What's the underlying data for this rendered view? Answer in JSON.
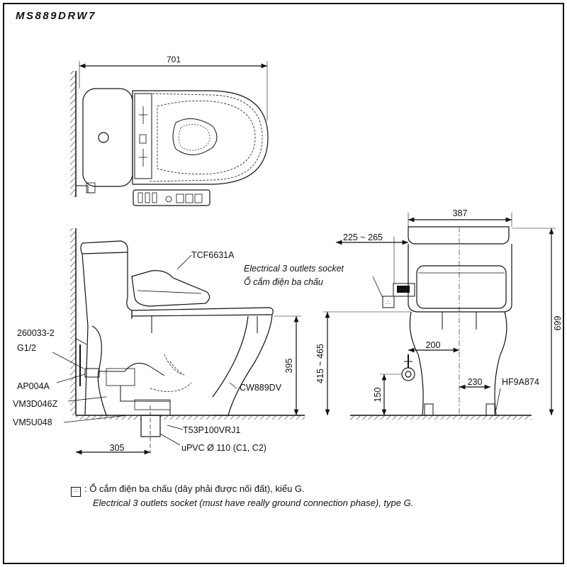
{
  "model": "MS889DRW7",
  "dimensions": {
    "top_width": "701",
    "side_width": "387",
    "outlet_range": "225 ~ 265",
    "front_height": "699",
    "rough_in": "305",
    "seat_height_side": "395",
    "seat_height_range": "415 ~ 465",
    "supply_height": "150",
    "foot_dim_200": "200",
    "foot_dim_230": "230"
  },
  "parts": {
    "seat": "TCF6631A",
    "bowl": "CW889DV",
    "stop_valve": "260033-2",
    "thread": "G1/2",
    "supply_hose": "AP004A",
    "flange": "VM3D046Z",
    "floor_part": "VM5U048",
    "drain": "T53P100VRJ1",
    "pipe": "uPVC Ø 110 (C1, C2)",
    "hinge": "HF9A874"
  },
  "socket_callout": {
    "line1": "Electrical 3 outlets socket",
    "line2": "Ổ cắm điện ba chấu"
  },
  "legend": {
    "symbol": "∴",
    "separator": ":",
    "vi": "Ổ cắm điện ba chấu (dây phải được nối đất), kiểu G.",
    "en": "Electrical 3 outlets socket (must have really ground connection phase), type G."
  }
}
